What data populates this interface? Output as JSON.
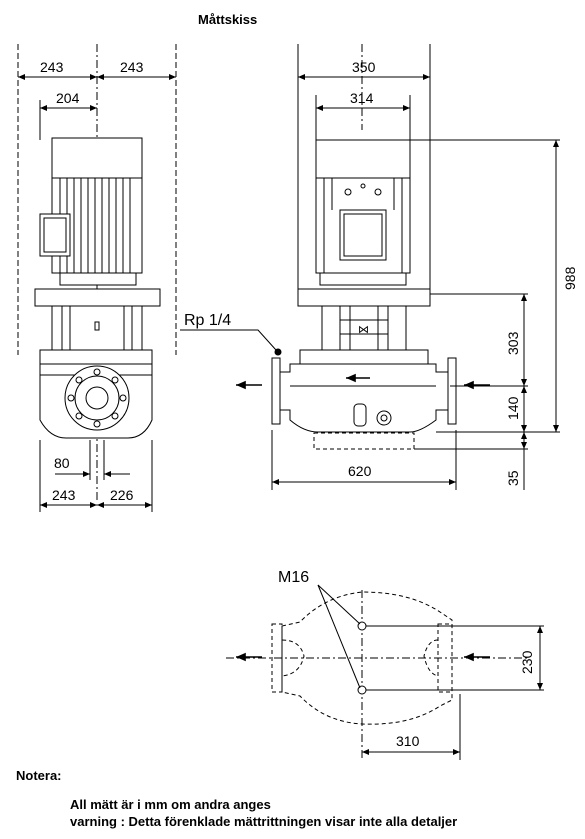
{
  "title": "Måttskiss",
  "front_view": {
    "dim_left_half": "243",
    "dim_right_half": "243",
    "dim_motor": "204",
    "dim_flange_small": "80",
    "dim_bottom_left": "243",
    "dim_bottom_right": "226"
  },
  "side_view": {
    "dim_top_outer": "350",
    "dim_top_inner": "314",
    "dim_total_height": "988",
    "dim_upper": "303",
    "dim_middle": "140",
    "dim_base": "35",
    "dim_width": "620",
    "port_label": "Rp 1/4"
  },
  "foundation_view": {
    "bolt_label": "M16",
    "dim_height": "230",
    "dim_width": "310"
  },
  "notes": {
    "heading": "Notera:",
    "line1": "All mätt är i mm om andra anges",
    "line2": "varning : Detta förenklade mättrittningen visar inte alla detaljer"
  }
}
